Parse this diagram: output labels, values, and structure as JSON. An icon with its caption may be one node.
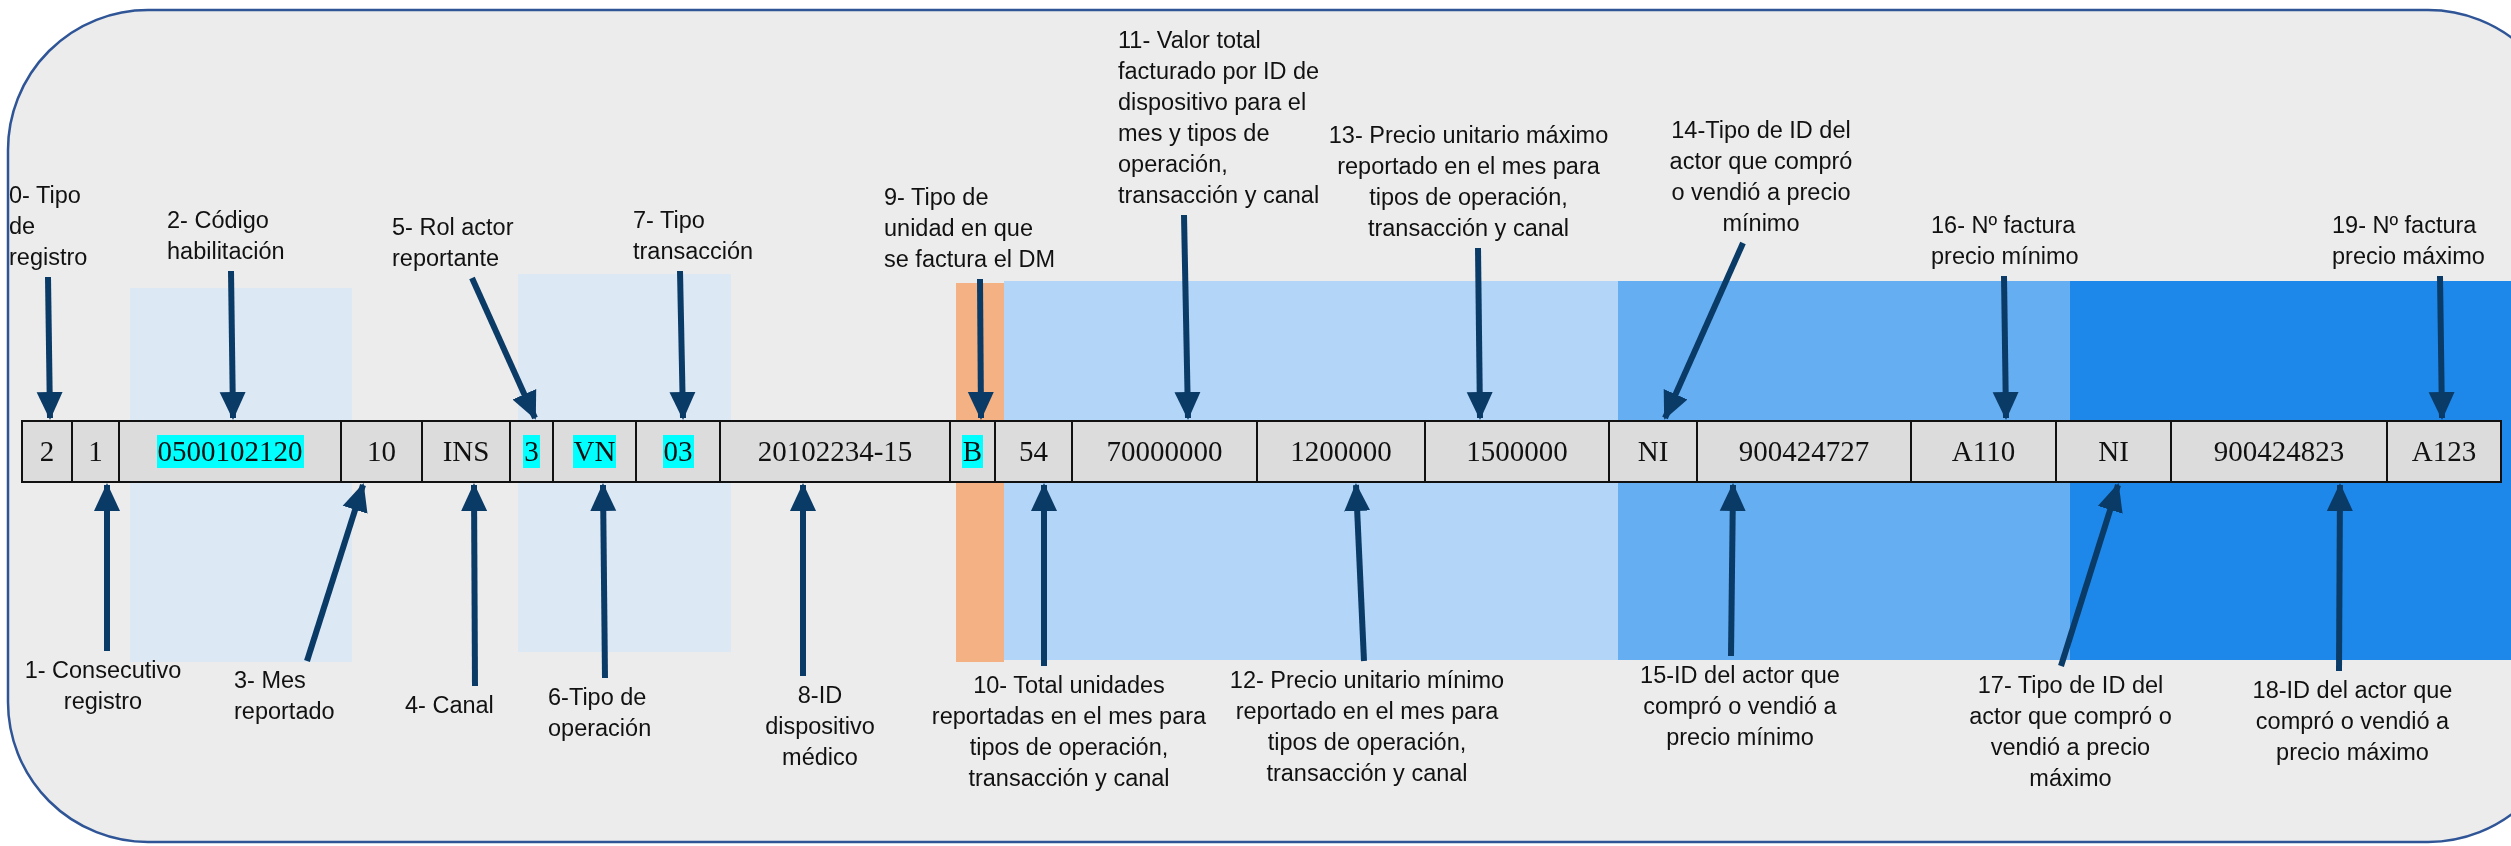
{
  "diagram": {
    "nodes": [
      {
        "text": [
          "2"
        ]
      },
      {
        "text": [
          "1"
        ]
      },
      {
        "text": [
          "0500102120"
        ]
      },
      {
        "text": [
          "10"
        ]
      },
      {
        "text": [
          "INS"
        ]
      },
      {
        "text": [
          "3"
        ]
      },
      {
        "text": [
          "VN"
        ]
      },
      {
        "text": [
          "03"
        ]
      },
      {
        "text": [
          "20102234-15"
        ]
      },
      {
        "text": [
          "B"
        ]
      },
      {
        "text": [
          "54"
        ]
      },
      {
        "text": [
          "70000000"
        ]
      },
      {
        "text": [
          "1200000"
        ]
      },
      {
        "text": [
          "1500000"
        ]
      },
      {
        "text": [
          "NI"
        ]
      },
      {
        "text": [
          "900424727"
        ]
      },
      {
        "text": [
          "A110"
        ]
      },
      {
        "text": [
          "NI"
        ]
      },
      {
        "text": [
          "900424823"
        ]
      },
      {
        "text": [
          "A123"
        ]
      },
      {
        "text": [
          "0- Tipo de registro"
        ]
      },
      {
        "text": [
          "1- Consecutivo registro"
        ]
      },
      {
        "text": [
          "2- Código habilitación"
        ]
      },
      {
        "text": [
          "3- Mes reportado"
        ]
      },
      {
        "text": [
          "4- Canal"
        ]
      },
      {
        "text": [
          "5- Rol actor reportante"
        ]
      },
      {
        "text": [
          "6-Tipo de operación"
        ]
      },
      {
        "text": [
          "7- Tipo transacción"
        ]
      },
      {
        "text": [
          "8-ID dispositivo médico"
        ]
      },
      {
        "text": [
          "9- Tipo de unidad en que se factura el DM"
        ]
      },
      {
        "text": [
          "10- Total unidades reportadas en el mes para tipos de operación, transacción y canal"
        ]
      },
      {
        "text": [
          "11- Valor total facturado por ID de dispositivo para el mes y tipos de operación, transacción y canal"
        ]
      },
      {
        "text": [
          "12- Precio unitario mínimo reportado en el mes para tipos de operación, transacción y canal"
        ]
      },
      {
        "text": [
          "13- Precio unitario máximo reportado en el mes para tipos de operación, transacción y canal"
        ]
      },
      {
        "text": [
          "14-Tipo de ID del actor  que compró o vendió a precio mínimo"
        ]
      },
      {
        "text": [
          "15-ID del actor que compró o vendió a precio mínimo"
        ]
      },
      {
        "text": [
          "16- Nº factura precio mínimo"
        ]
      },
      {
        "text": [
          "17- Tipo de ID del actor  que compró o vendió a precio máximo"
        ]
      },
      {
        "text": [
          "18-ID del actor que compró o vendió a precio máximo"
        ]
      },
      {
        "text": [
          "19- Nº factura precio máximo"
        ]
      }
    ],
    "edges": [
      {
        "from": 20,
        "to": 0,
        "arrow": "to"
      },
      {
        "from": 21,
        "to": 1,
        "arrow": "to"
      },
      {
        "from": 22,
        "to": 2,
        "arrow": "to"
      },
      {
        "from": 23,
        "to": 3,
        "arrow": "to"
      },
      {
        "from": 24,
        "to": 4,
        "arrow": "to"
      },
      {
        "from": 25,
        "to": 5,
        "arrow": "to"
      },
      {
        "from": 26,
        "to": 6,
        "arrow": "to"
      },
      {
        "from": 27,
        "to": 7,
        "arrow": "to"
      },
      {
        "from": 28,
        "to": 8,
        "arrow": "to"
      },
      {
        "from": 29,
        "to": 9,
        "arrow": "to"
      },
      {
        "from": 30,
        "to": 10,
        "arrow": "to"
      },
      {
        "from": 31,
        "to": 11,
        "arrow": "to"
      },
      {
        "from": 32,
        "to": 12,
        "arrow": "to"
      },
      {
        "from": 33,
        "to": 13,
        "arrow": "to"
      },
      {
        "from": 34,
        "to": 14,
        "arrow": "to"
      },
      {
        "from": 35,
        "to": 15,
        "arrow": "to"
      },
      {
        "from": 36,
        "to": 16,
        "arrow": "to"
      },
      {
        "from": 37,
        "to": 17,
        "arrow": "to"
      },
      {
        "from": 38,
        "to": 18,
        "arrow": "to"
      },
      {
        "from": 39,
        "to": 19,
        "arrow": "to"
      }
    ]
  }
}
